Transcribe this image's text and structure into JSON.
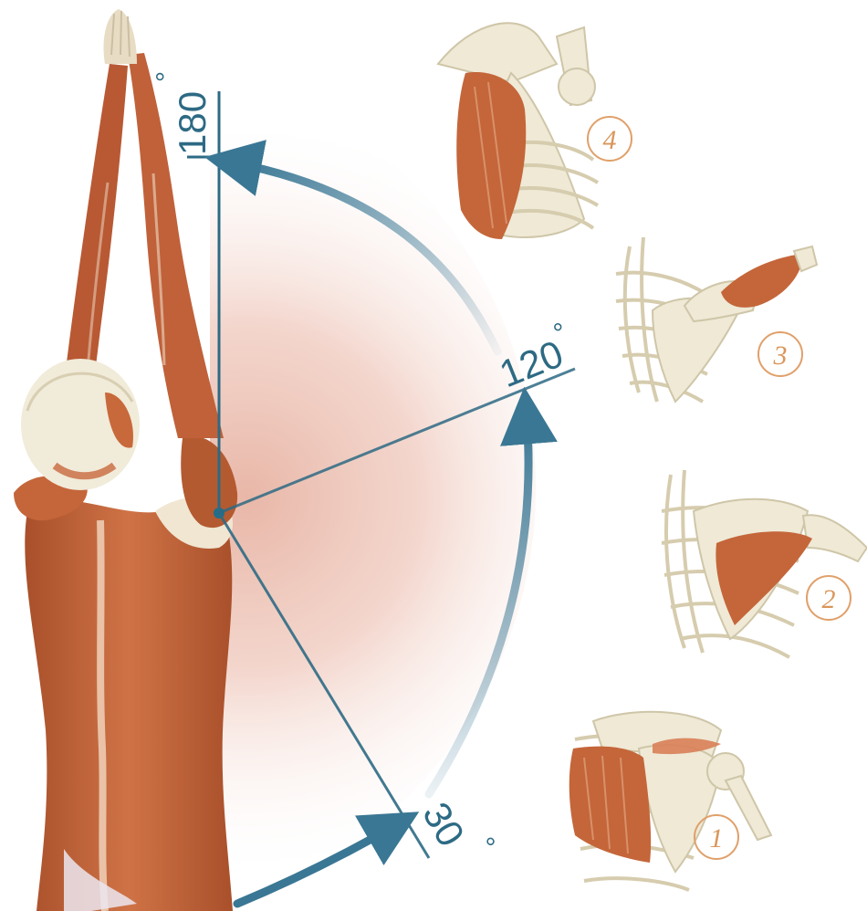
{
  "angles": {
    "a30": "30",
    "a120": "120",
    "a180": "180",
    "degree_symbol": "°"
  },
  "steps": [
    "1",
    "2",
    "3",
    "4"
  ],
  "colors": {
    "axis_line": "#2d6a84",
    "arrow": "#3a7794",
    "muscle": "#c9683a",
    "muscle_dark": "#9a4424",
    "bone": "#efe9d6",
    "bone_shadow": "#cfc6a8",
    "glow": "#e7b3a3",
    "step_circle": "#e0a06a",
    "pivot_dot": "#1f6f8b"
  },
  "icons": {
    "figure": "anatomical-back-figure-icon",
    "step1": "shoulder-scapula-muscle-icon",
    "step2": "shoulder-subscapularis-icon",
    "step3": "shoulder-deltoid-icon",
    "step4": "shoulder-latissimus-icon"
  }
}
